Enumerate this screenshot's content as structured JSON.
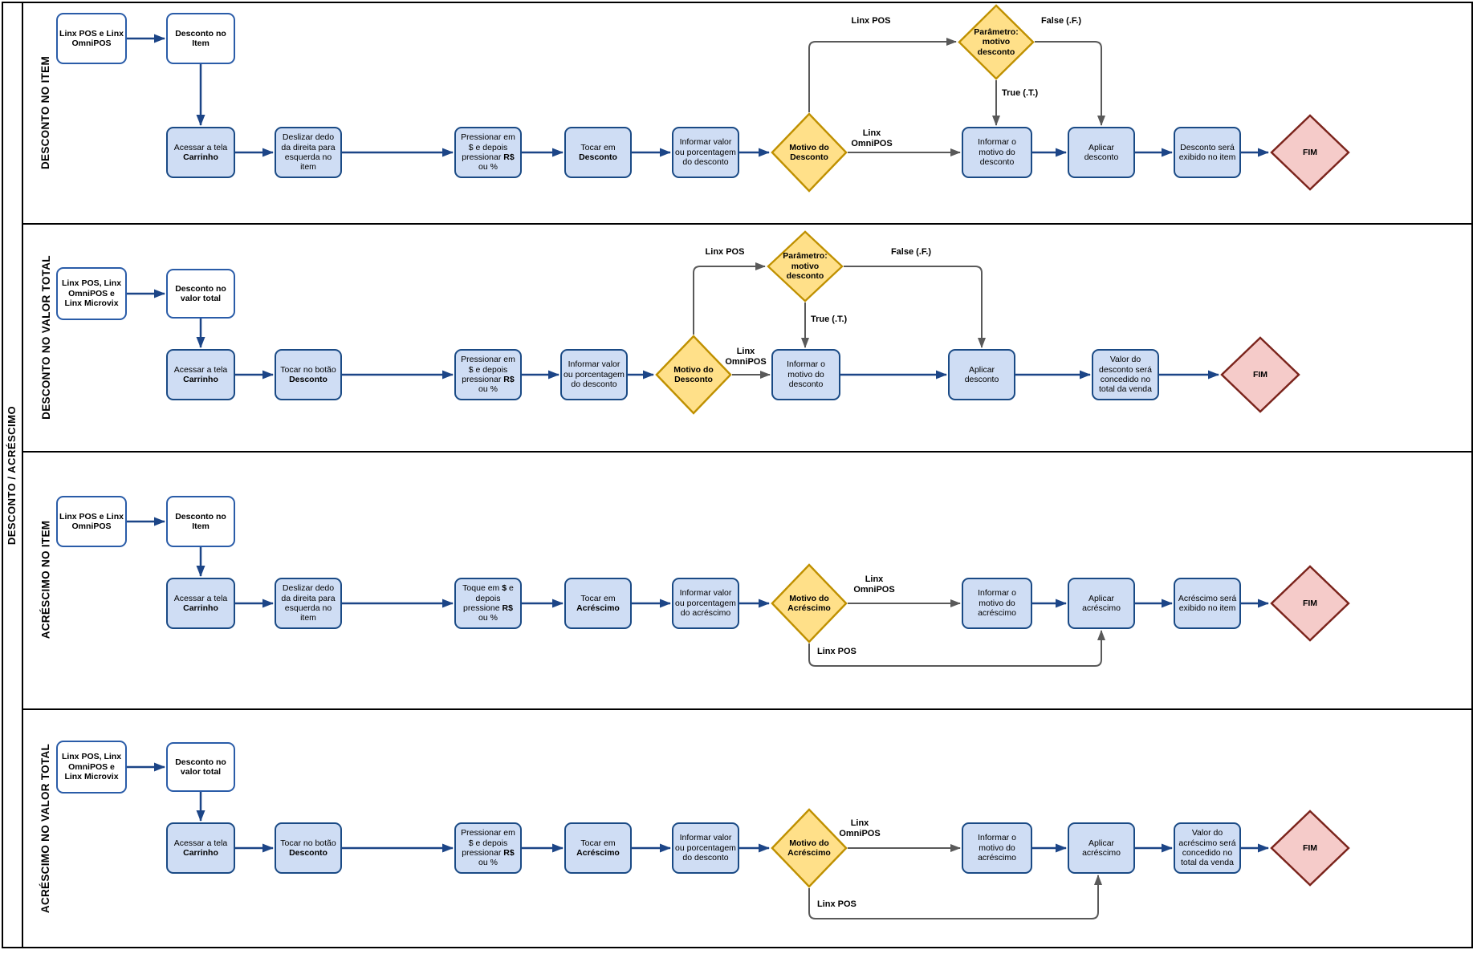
{
  "pool": {
    "title": "DESCONTO / ACRÉSCIMO"
  },
  "colors": {
    "process_fill": "#cfddf4",
    "process_stroke": "#1a4a85",
    "start_fill": "#ffffff",
    "start_stroke": "#2a5ca8",
    "decision_fill": "#ffe089",
    "decision_stroke": "#bf9000",
    "end_fill": "#f5cbc9",
    "end_stroke": "#7b241c",
    "flow_arrow": "#1c4587",
    "alt_flow_arrow": "#595959"
  },
  "lanes": [
    {
      "label": "DESCONTO NO ITEM",
      "nodes": [
        {
          "id": "l1-start-systems",
          "type": "start",
          "label": "Linx POS e Linx OmniPOS"
        },
        {
          "id": "l1-event-desconto-item",
          "type": "start",
          "label": "Desconto no Item"
        },
        {
          "id": "l1-step-acessar-carrinho",
          "type": "process",
          "label": "Acessar a tela **Carrinho**"
        },
        {
          "id": "l1-step-deslizar-dedo",
          "type": "process",
          "label": "Deslizar dedo da direita para esquerda no item"
        },
        {
          "id": "l1-step-pressionar-cifrao",
          "type": "process",
          "label": "Pressionar em $ e depois pressionar **R$** ou %"
        },
        {
          "id": "l1-step-tocar-desconto",
          "type": "process",
          "label": "Tocar em **Desconto**"
        },
        {
          "id": "l1-step-informar-valor",
          "type": "process",
          "label": "Informar valor ou porcentagem do desconto"
        },
        {
          "id": "l1-decision-motivo-desconto",
          "type": "decision",
          "label": "Motivo do Desconto"
        },
        {
          "id": "l1-decision-parametro-motivo",
          "type": "decision",
          "label": "Parâmetro: motivo desconto"
        },
        {
          "id": "l1-step-informar-motivo",
          "type": "process",
          "label": "Informar o motivo do desconto"
        },
        {
          "id": "l1-step-aplicar-desconto",
          "type": "process",
          "label": "Aplicar desconto"
        },
        {
          "id": "l1-step-desconto-exibido",
          "type": "process",
          "label": "Desconto será exibido no item"
        },
        {
          "id": "l1-end-fim",
          "type": "end",
          "label": "FIM"
        }
      ],
      "edge_labels": [
        {
          "id": "l1-label-linx-pos",
          "text": "Linx POS"
        },
        {
          "id": "l1-label-linx-omnipos",
          "text": "Linx OmniPOS"
        },
        {
          "id": "l1-label-false",
          "text": "False (.F.)"
        },
        {
          "id": "l1-label-true",
          "text": "True (.T.)"
        }
      ]
    },
    {
      "label": "DESCONTO NO VALOR TOTAL",
      "nodes": [
        {
          "id": "l2-start-systems",
          "type": "start",
          "label": "Linx POS, Linx OmniPOS e Linx Microvix"
        },
        {
          "id": "l2-event-desconto-total",
          "type": "start",
          "label": "Desconto no valor total"
        },
        {
          "id": "l2-step-acessar-carrinho",
          "type": "process",
          "label": "Acessar a tela **Carrinho**"
        },
        {
          "id": "l2-step-tocar-botao-desconto",
          "type": "process",
          "label": "Tocar no botão **Desconto**"
        },
        {
          "id": "l2-step-pressionar-cifrao",
          "type": "process",
          "label": "Pressionar em $ e depois pressionar **R$** ou %"
        },
        {
          "id": "l2-step-informar-valor",
          "type": "process",
          "label": "Informar valor ou porcentagem do desconto"
        },
        {
          "id": "l2-decision-motivo-desconto",
          "type": "decision",
          "label": "Motivo do Desconto"
        },
        {
          "id": "l2-decision-parametro-motivo",
          "type": "decision",
          "label": "Parâmetro: motivo desconto"
        },
        {
          "id": "l2-step-informar-motivo",
          "type": "process",
          "label": "Informar o motivo do desconto"
        },
        {
          "id": "l2-step-aplicar-desconto",
          "type": "process",
          "label": "Aplicar desconto"
        },
        {
          "id": "l2-step-valor-concedido",
          "type": "process",
          "label": "Valor do desconto será concedido no total da venda"
        },
        {
          "id": "l2-end-fim",
          "type": "end",
          "label": "FIM"
        }
      ],
      "edge_labels": [
        {
          "id": "l2-label-linx-pos",
          "text": "Linx POS"
        },
        {
          "id": "l2-label-linx-omnipos",
          "text": "Linx OmniPOS"
        },
        {
          "id": "l2-label-false",
          "text": "False (.F.)"
        },
        {
          "id": "l2-label-true",
          "text": "True (.T.)"
        }
      ]
    },
    {
      "label": "ACRÉSCIMO NO ITEM",
      "nodes": [
        {
          "id": "l3-start-systems",
          "type": "start",
          "label": "Linx POS e Linx OmniPOS"
        },
        {
          "id": "l3-event-desconto-item",
          "type": "start",
          "label": "Desconto no Item"
        },
        {
          "id": "l3-step-acessar-carrinho",
          "type": "process",
          "label": "Acessar a tela **Carrinho**"
        },
        {
          "id": "l3-step-deslizar-dedo",
          "type": "process",
          "label": "Deslizar dedo da direita para esquerda no item"
        },
        {
          "id": "l3-step-toque-cifrao",
          "type": "process",
          "label": "Toque em **$** e depois pressione **R$** ou %"
        },
        {
          "id": "l3-step-tocar-acrescimo",
          "type": "process",
          "label": "Tocar em **Acréscimo**"
        },
        {
          "id": "l3-step-informar-valor",
          "type": "process",
          "label": "Informar valor ou porcentagem do acréscimo"
        },
        {
          "id": "l3-decision-motivo-acrescimo",
          "type": "decision",
          "label": "Motivo do Acréscimo"
        },
        {
          "id": "l3-step-informar-motivo",
          "type": "process",
          "label": "Informar o motivo do acréscimo"
        },
        {
          "id": "l3-step-aplicar-acrescimo",
          "type": "process",
          "label": "Aplicar acréscimo"
        },
        {
          "id": "l3-step-acrescimo-exibido",
          "type": "process",
          "label": "Acréscimo será exibido no item"
        },
        {
          "id": "l3-end-fim",
          "type": "end",
          "label": "FIM"
        }
      ],
      "edge_labels": [
        {
          "id": "l3-label-linx-omnipos",
          "text": "Linx OmniPOS"
        },
        {
          "id": "l3-label-linx-pos",
          "text": "Linx POS"
        }
      ]
    },
    {
      "label": "ACRÉSCIMO NO VALOR TOTAL",
      "nodes": [
        {
          "id": "l4-start-systems",
          "type": "start",
          "label": "Linx POS, Linx OmniPOS e Linx Microvix"
        },
        {
          "id": "l4-event-desconto-total",
          "type": "start",
          "label": "Desconto no valor total"
        },
        {
          "id": "l4-step-acessar-carrinho",
          "type": "process",
          "label": "Acessar a tela **Carrinho**"
        },
        {
          "id": "l4-step-tocar-botao-desconto",
          "type": "process",
          "label": "Tocar no botão **Desconto**"
        },
        {
          "id": "l4-step-pressionar-cifrao",
          "type": "process",
          "label": "Pressionar em $ e depois pressionar **R$** ou %"
        },
        {
          "id": "l4-step-tocar-acrescimo",
          "type": "process",
          "label": "Tocar em **Acréscimo**"
        },
        {
          "id": "l4-step-informar-valor",
          "type": "process",
          "label": "Informar valor ou porcentagem do desconto"
        },
        {
          "id": "l4-decision-motivo-acrescimo",
          "type": "decision",
          "label": "Motivo do Acréscimo"
        },
        {
          "id": "l4-step-informar-motivo",
          "type": "process",
          "label": "Informar o motivo do acréscimo"
        },
        {
          "id": "l4-step-aplicar-acrescimo",
          "type": "process",
          "label": "Aplicar acréscimo"
        },
        {
          "id": "l4-step-valor-concedido",
          "type": "process",
          "label": "Valor do acréscimo será concedido no total da venda"
        },
        {
          "id": "l4-end-fim",
          "type": "end",
          "label": "FIM"
        }
      ],
      "edge_labels": [
        {
          "id": "l4-label-linx-omnipos",
          "text": "Linx OmniPOS"
        },
        {
          "id": "l4-label-linx-pos",
          "text": "Linx POS"
        }
      ]
    }
  ]
}
